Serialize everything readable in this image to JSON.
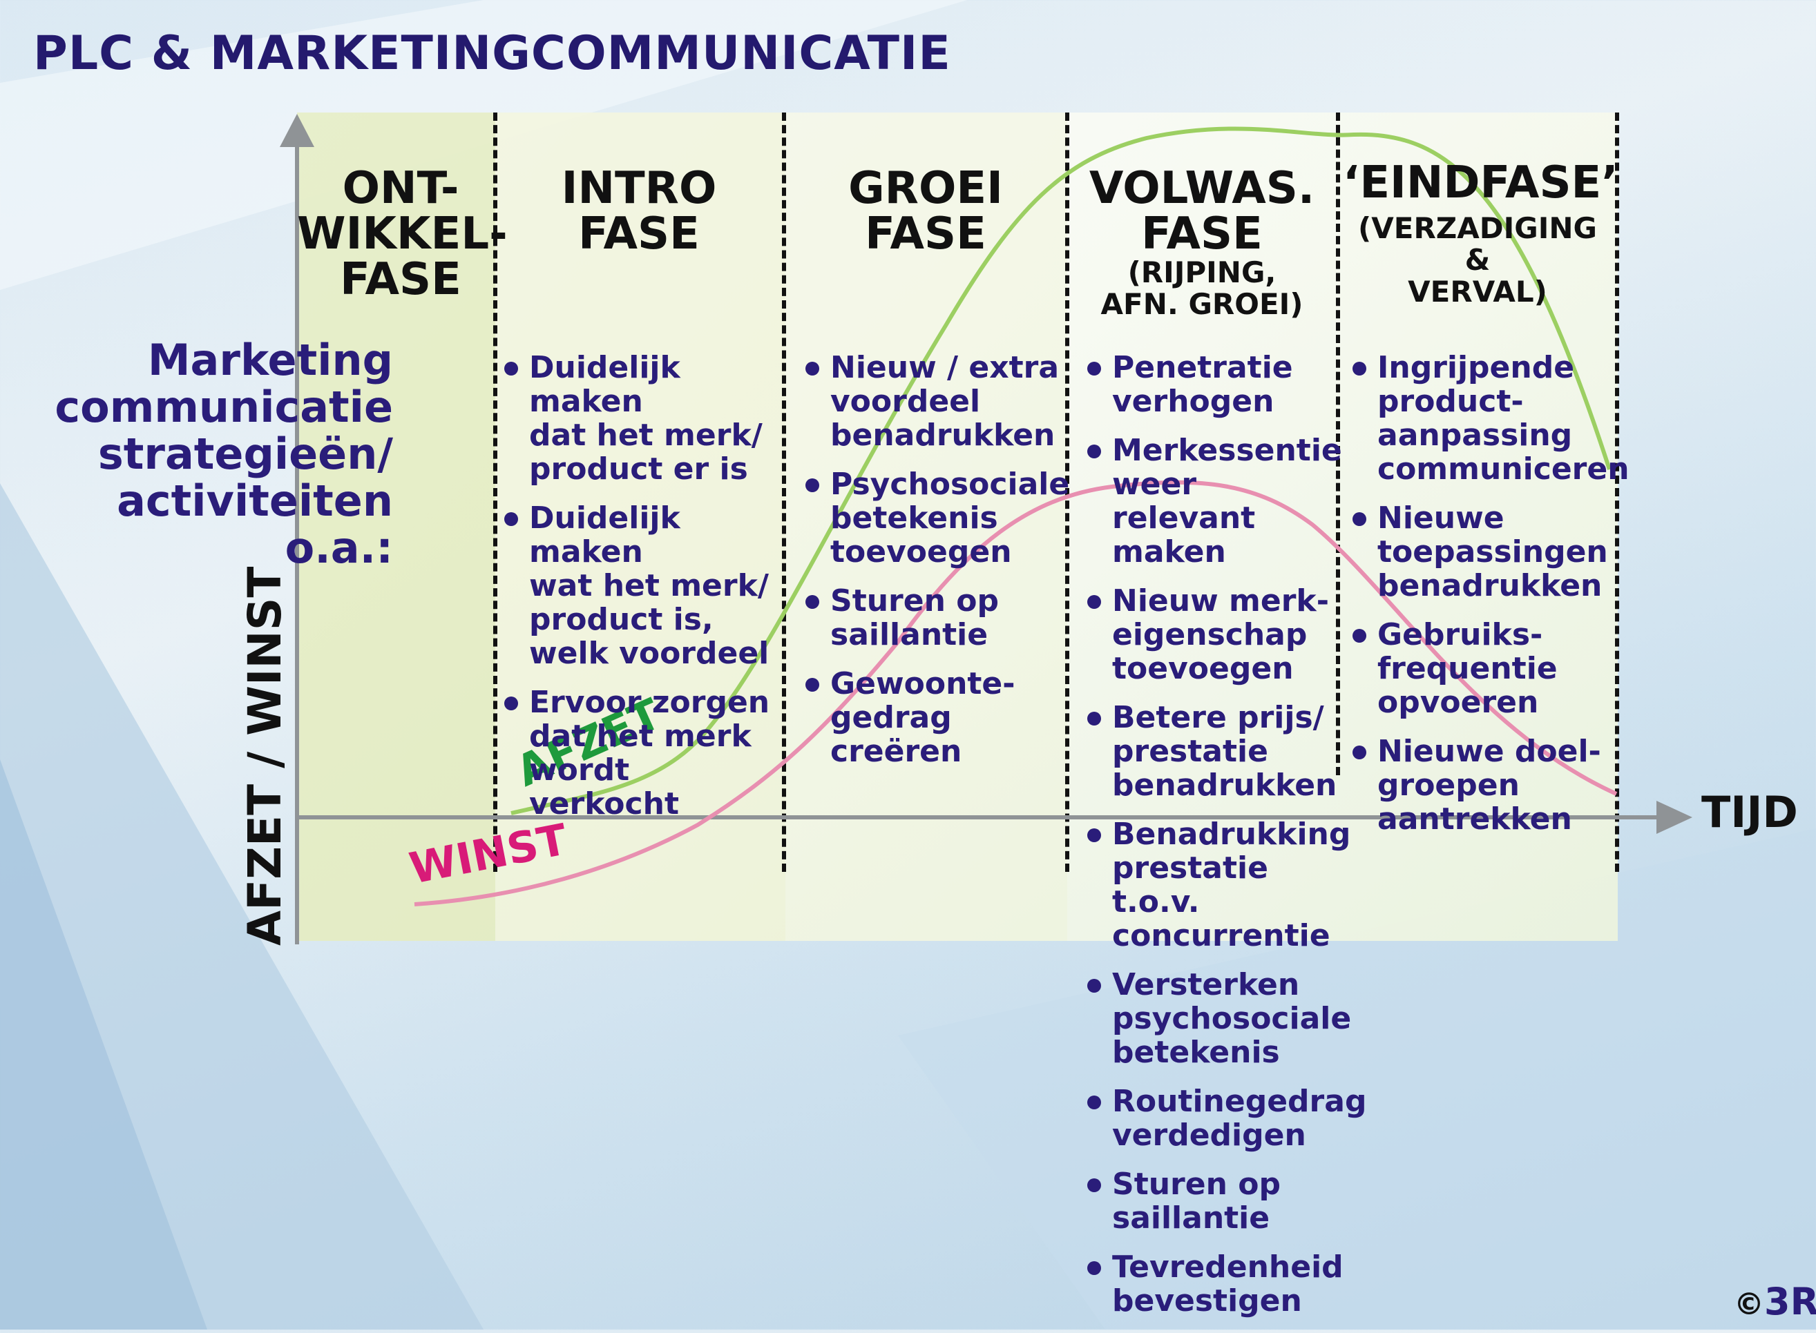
{
  "title": "PLC & MARKETINGCOMMUNICATIE",
  "y_axis_label": "AFZET / WINST",
  "x_axis_label": "TIJD",
  "strategy_label": [
    "Marketing",
    "communicatie",
    "strategieën/",
    "activiteiten",
    "o.a.:"
  ],
  "phases": [
    {
      "lines": [
        "ONT-",
        "WIKKEL-",
        "FASE"
      ],
      "sub": []
    },
    {
      "lines": [
        "INTRO",
        "FASE"
      ],
      "sub": []
    },
    {
      "lines": [
        "GROEI",
        "FASE"
      ],
      "sub": []
    },
    {
      "lines": [
        "VOLWAS.",
        "FASE"
      ],
      "sub": [
        "(RIJPING,",
        "AFN. GROEI)"
      ]
    },
    {
      "lines": [
        "‘EINDFASE’"
      ],
      "sub": [
        "(VERZADIGING &",
        "VERVAL)"
      ]
    }
  ],
  "activities": {
    "intro": [
      "Duidelijk maken\ndat het merk/\nproduct er is",
      "Duidelijk maken\nwat het merk/\nproduct is,\nwelk voordeel",
      "Ervoor zorgen\ndat het merk\nwordt verkocht"
    ],
    "groei": [
      "Nieuw / extra\nvoordeel\nbenadrukken",
      "Psychosociale\nbetekenis\ntoevoegen",
      "Sturen op\nsaillantie",
      "Gewoonte-\ngedrag\ncreëren"
    ],
    "volwas": [
      "Penetratie\nverhogen",
      "Merkessentie\nweer relevant\nmaken",
      "Nieuw merk-\neigenschap\ntoevoegen",
      "Betere prijs/\nprestatie\nbenadrukken",
      "Benadrukking\nprestatie t.o.v.\nconcurrentie",
      "Versterken\npsychosociale\nbetekenis",
      "Routinegedrag\nverdedigen",
      "Sturen op\nsaillantie",
      "Tevredenheid\nbevestigen"
    ],
    "eind": [
      "Ingrijpende\nproduct-\naanpassing\ncommuniceren",
      "Nieuwe\ntoepassingen\nbenadrukken",
      "Gebruiks-\nfrequentie\nopvoeren",
      "Nieuwe doel-\ngroepen\naantrekken"
    ]
  },
  "curves": {
    "afzet_label": "AFZET",
    "winst_label": "WINST",
    "afzet_color": "#9ccf62",
    "winst_color": "#e88fb0",
    "afzet_label_color": "#1e9a3c",
    "winst_label_color": "#d81b78"
  },
  "copyright": {
    "symbol": "©",
    "mark": "3R"
  }
}
